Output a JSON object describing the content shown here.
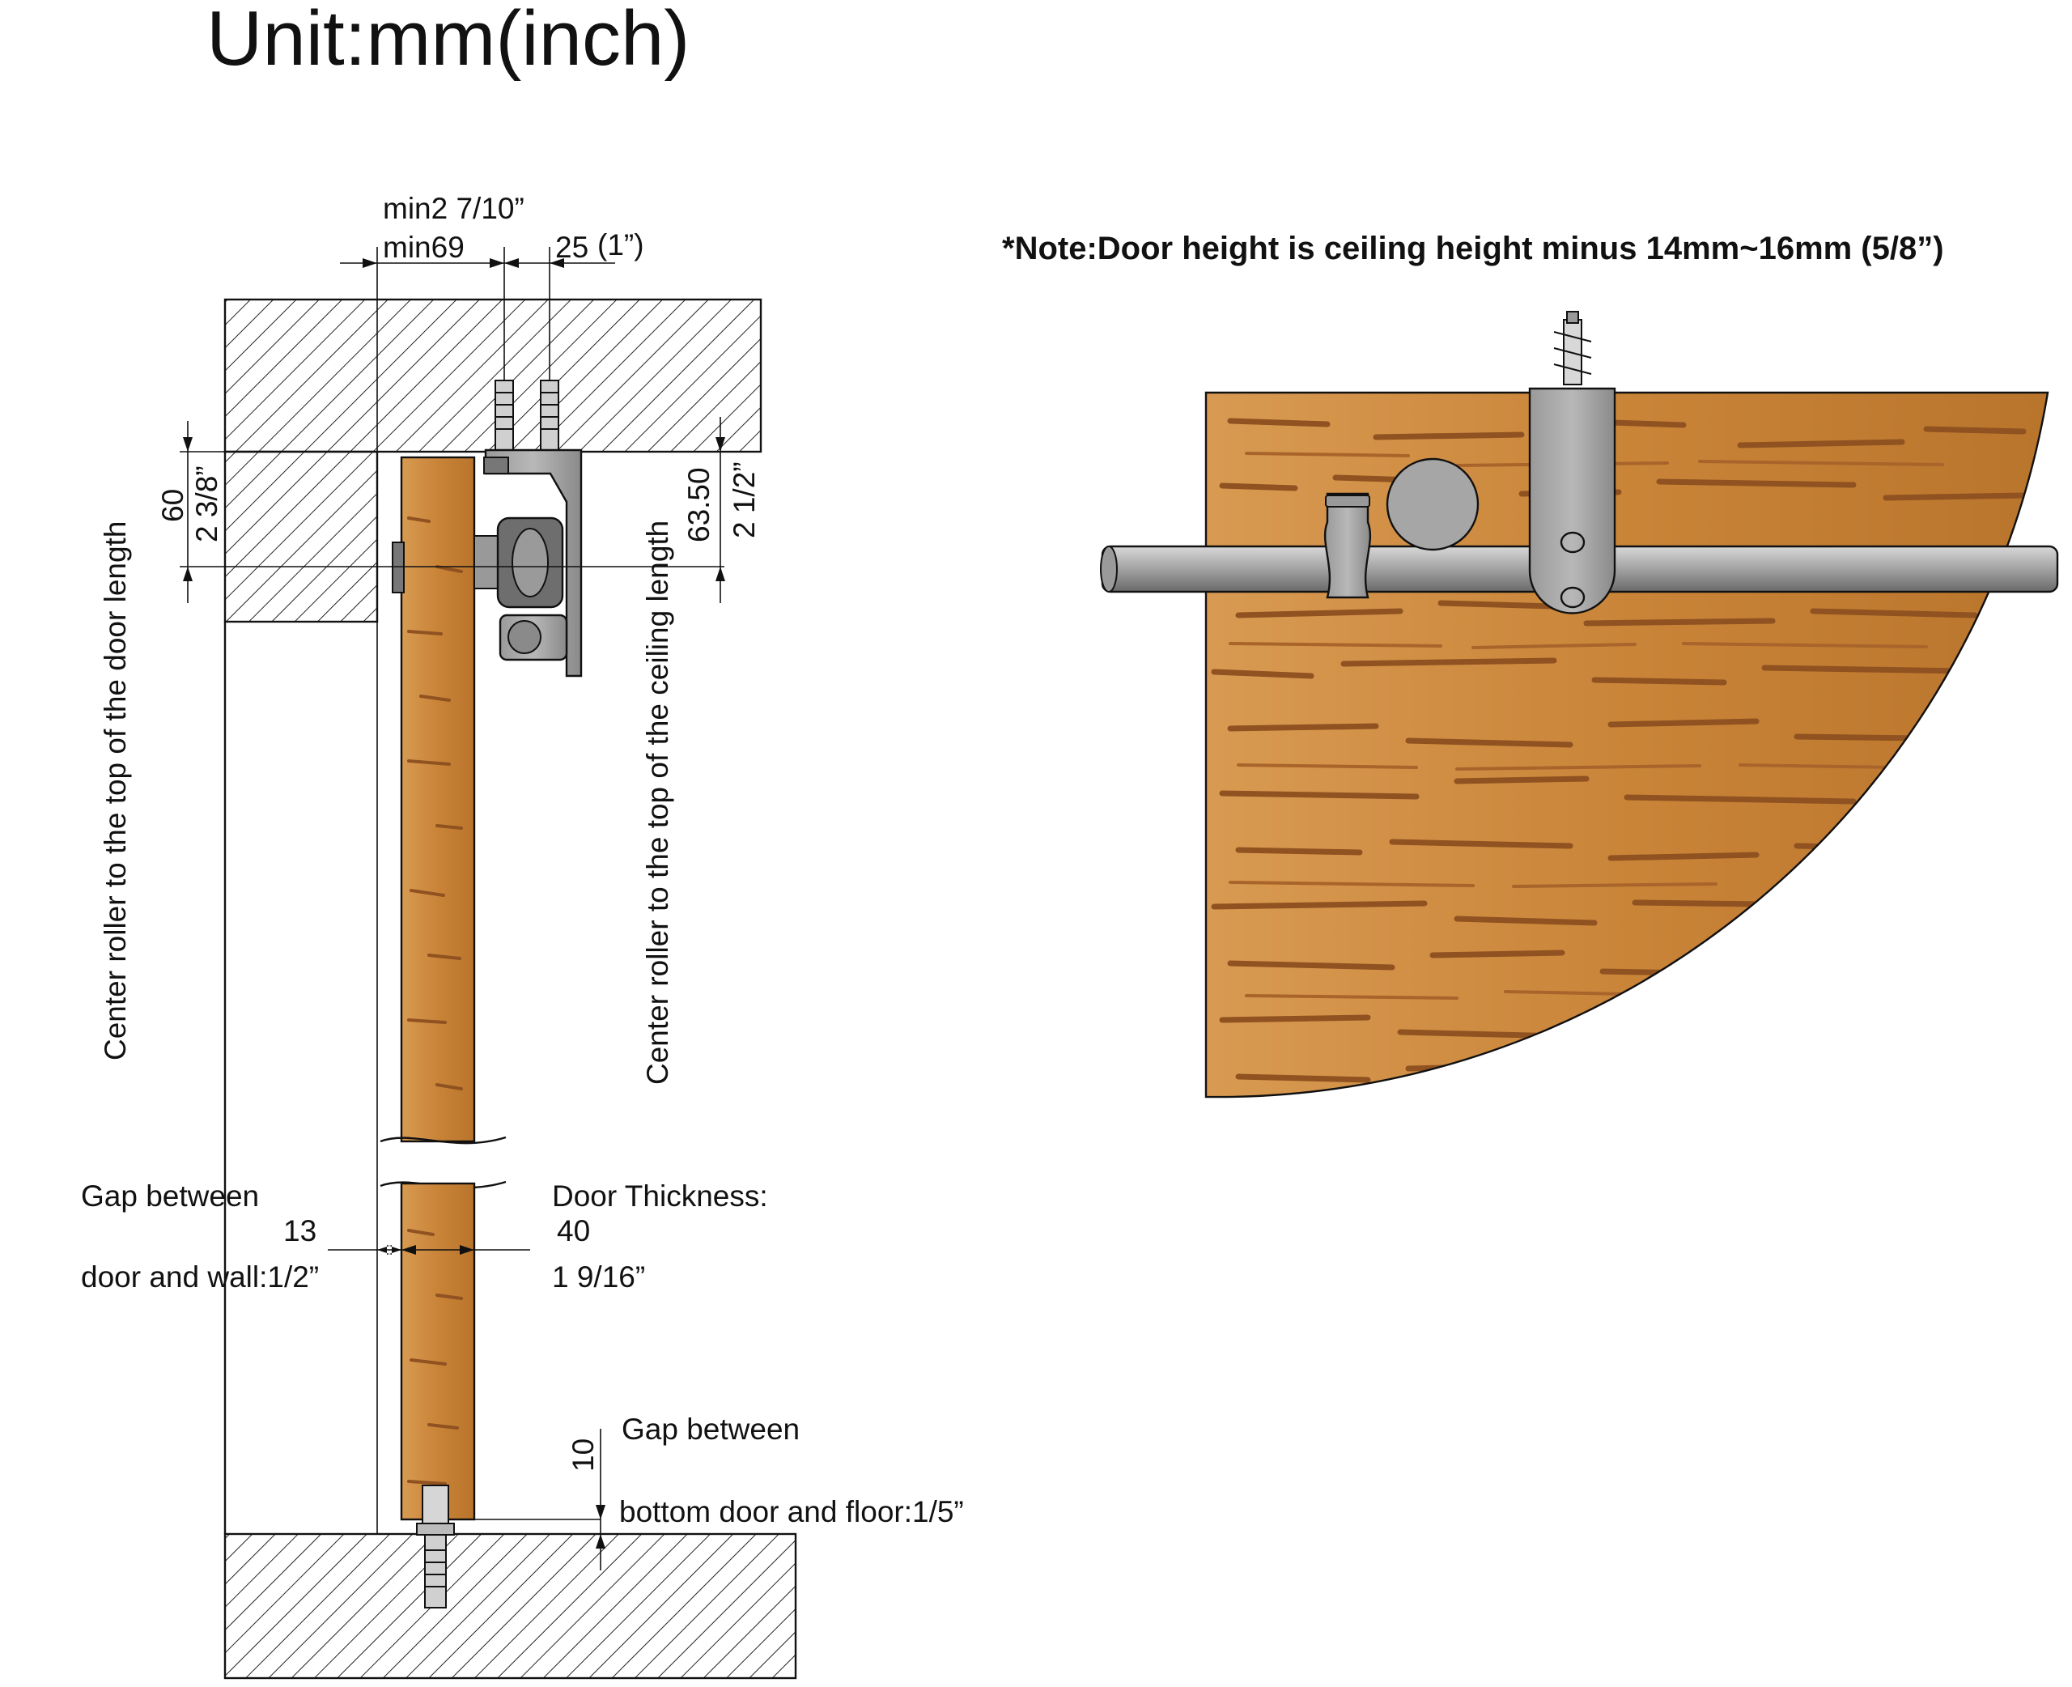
{
  "title": "Unit:mm(inch)",
  "note": "*Note:Door height is ceiling height minus 14mm~16mm (5/8”)",
  "colors": {
    "wood": "#c9883e",
    "wood_dark": "#8f5220",
    "metal": "#a8a8a8",
    "metal_dark": "#6e6e6e",
    "hatch": "#222222"
  },
  "dimensions": {
    "min_inch": "min2 7/10”",
    "min_mm": "min69",
    "bracket_mm": "25",
    "bracket_inch": "(1”)",
    "left_mm": "60",
    "left_inch": "2 3/8”",
    "right_mm": "63.50",
    "right_inch": "2 1/2”",
    "gap_wall_label": "Gap between",
    "gap_wall_mm": "13",
    "gap_wall_value": "door and wall:1/2”",
    "thickness_label": "Door Thickness:",
    "thickness_mm": "40",
    "thickness_inch": "1 9/16”",
    "floor_mm": "10",
    "gap_floor_label": "Gap between",
    "gap_floor_value": "bottom door and floor:1/5”"
  },
  "vertical_labels": {
    "door_length": "Center roller to the top of the door length",
    "ceiling_length": "Center roller to the top of the ceiling length"
  }
}
